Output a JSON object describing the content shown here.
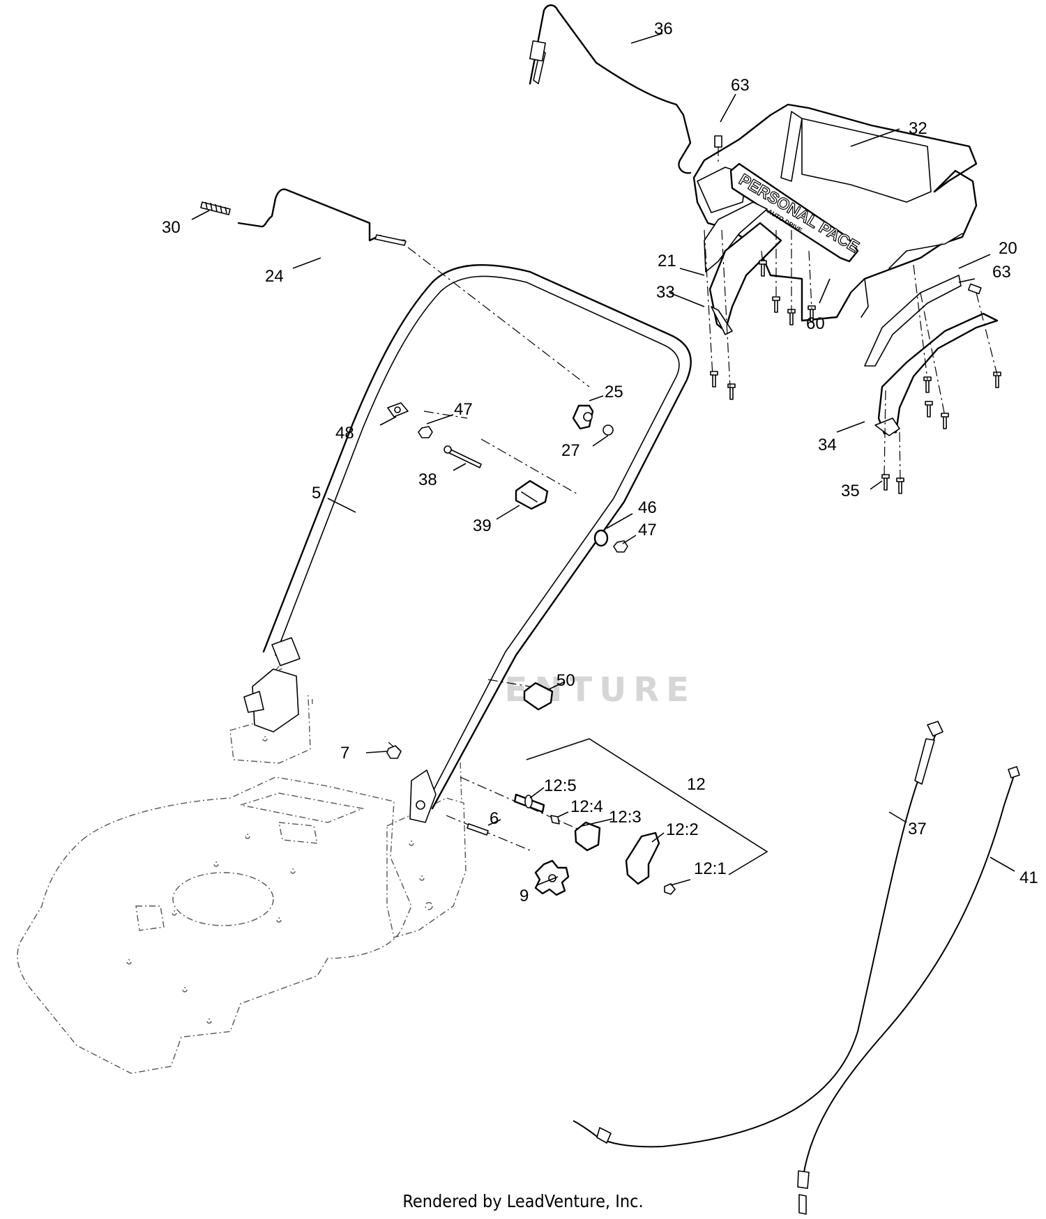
{
  "watermark": {
    "text": "LEADVENTURE",
    "color": "#d6d6d6"
  },
  "footer": {
    "text": "Rendered by LeadVenture, Inc."
  },
  "decal": {
    "title": "PERSONAL PACE",
    "subtitle": "AUTO-DRIVE"
  },
  "callouts": {
    "c36": "36",
    "c63a": "63",
    "c32": "32",
    "c30": "30",
    "c24": "24",
    "c21": "21",
    "c20": "20",
    "c63b": "63",
    "c33": "33",
    "c60": "60",
    "c25": "25",
    "c47a": "47",
    "c48": "48",
    "c27": "27",
    "c38": "38",
    "c5": "5",
    "c39": "39",
    "c46": "46",
    "c47b": "47",
    "c34": "34",
    "c35": "35",
    "c50": "50",
    "c7": "7",
    "c12": "12",
    "c12_5": "12:5",
    "c12_4": "12:4",
    "c12_3": "12:3",
    "c6": "6",
    "c12_2": "12:2",
    "c12_1": "12:1",
    "c9": "9",
    "c37": "37",
    "c41": "41"
  }
}
